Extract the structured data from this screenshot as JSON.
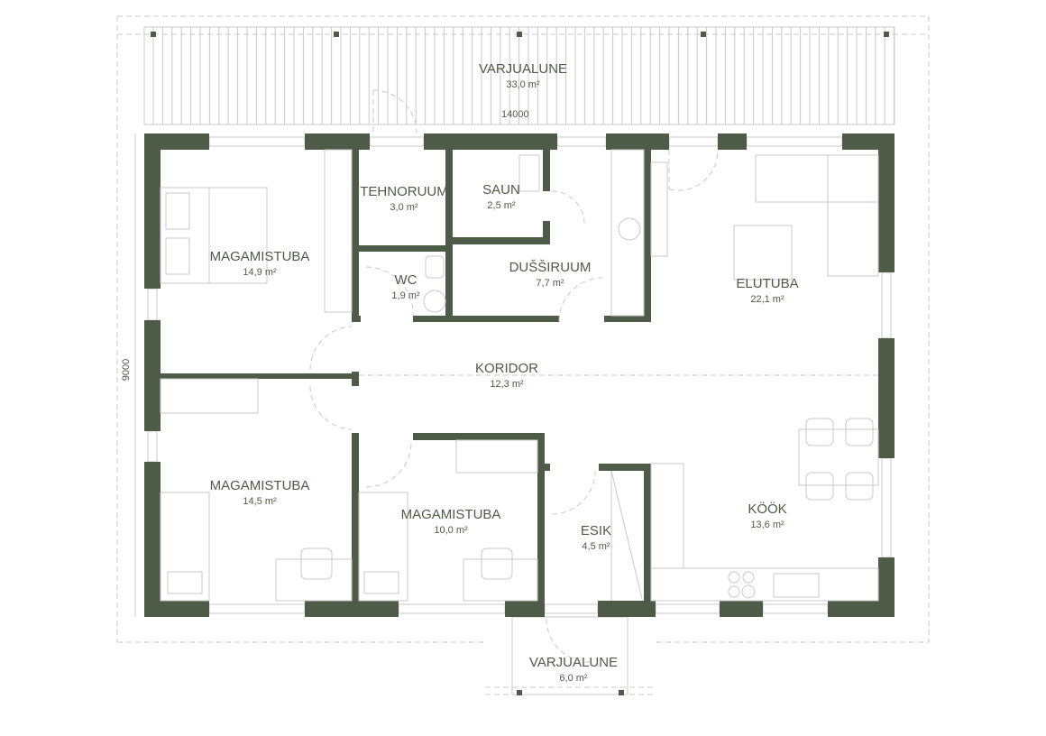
{
  "colors": {
    "wall": "#4e5b46",
    "line": "#c9c9c9"
  },
  "dimensions": {
    "width": "14000",
    "height": "9000"
  },
  "rooms": [
    {
      "name": "VARJUALUNE",
      "area": "33,0 m²"
    },
    {
      "name": "TEHNORUUM",
      "area": "3,0 m²"
    },
    {
      "name": "SAUN",
      "area": "2,5 m²"
    },
    {
      "name": "MAGAMISTUBA",
      "area": "14,9 m²"
    },
    {
      "name": "WC",
      "area": "1,9 m²"
    },
    {
      "name": "DUŠŠIRUUM",
      "area": "7,7 m²"
    },
    {
      "name": "ELUTUBA",
      "area": "22,1 m²"
    },
    {
      "name": "KORIDOR",
      "area": "12,3 m²"
    },
    {
      "name": "MAGAMISTUBA",
      "area": "14,5 m²"
    },
    {
      "name": "MAGAMISTUBA",
      "area": "10,0 m²"
    },
    {
      "name": "ESIK",
      "area": "4,5 m²"
    },
    {
      "name": "KÖÖK",
      "area": "13,6 m²"
    },
    {
      "name": "VARJUALUNE",
      "area": "6,0 m²"
    }
  ]
}
